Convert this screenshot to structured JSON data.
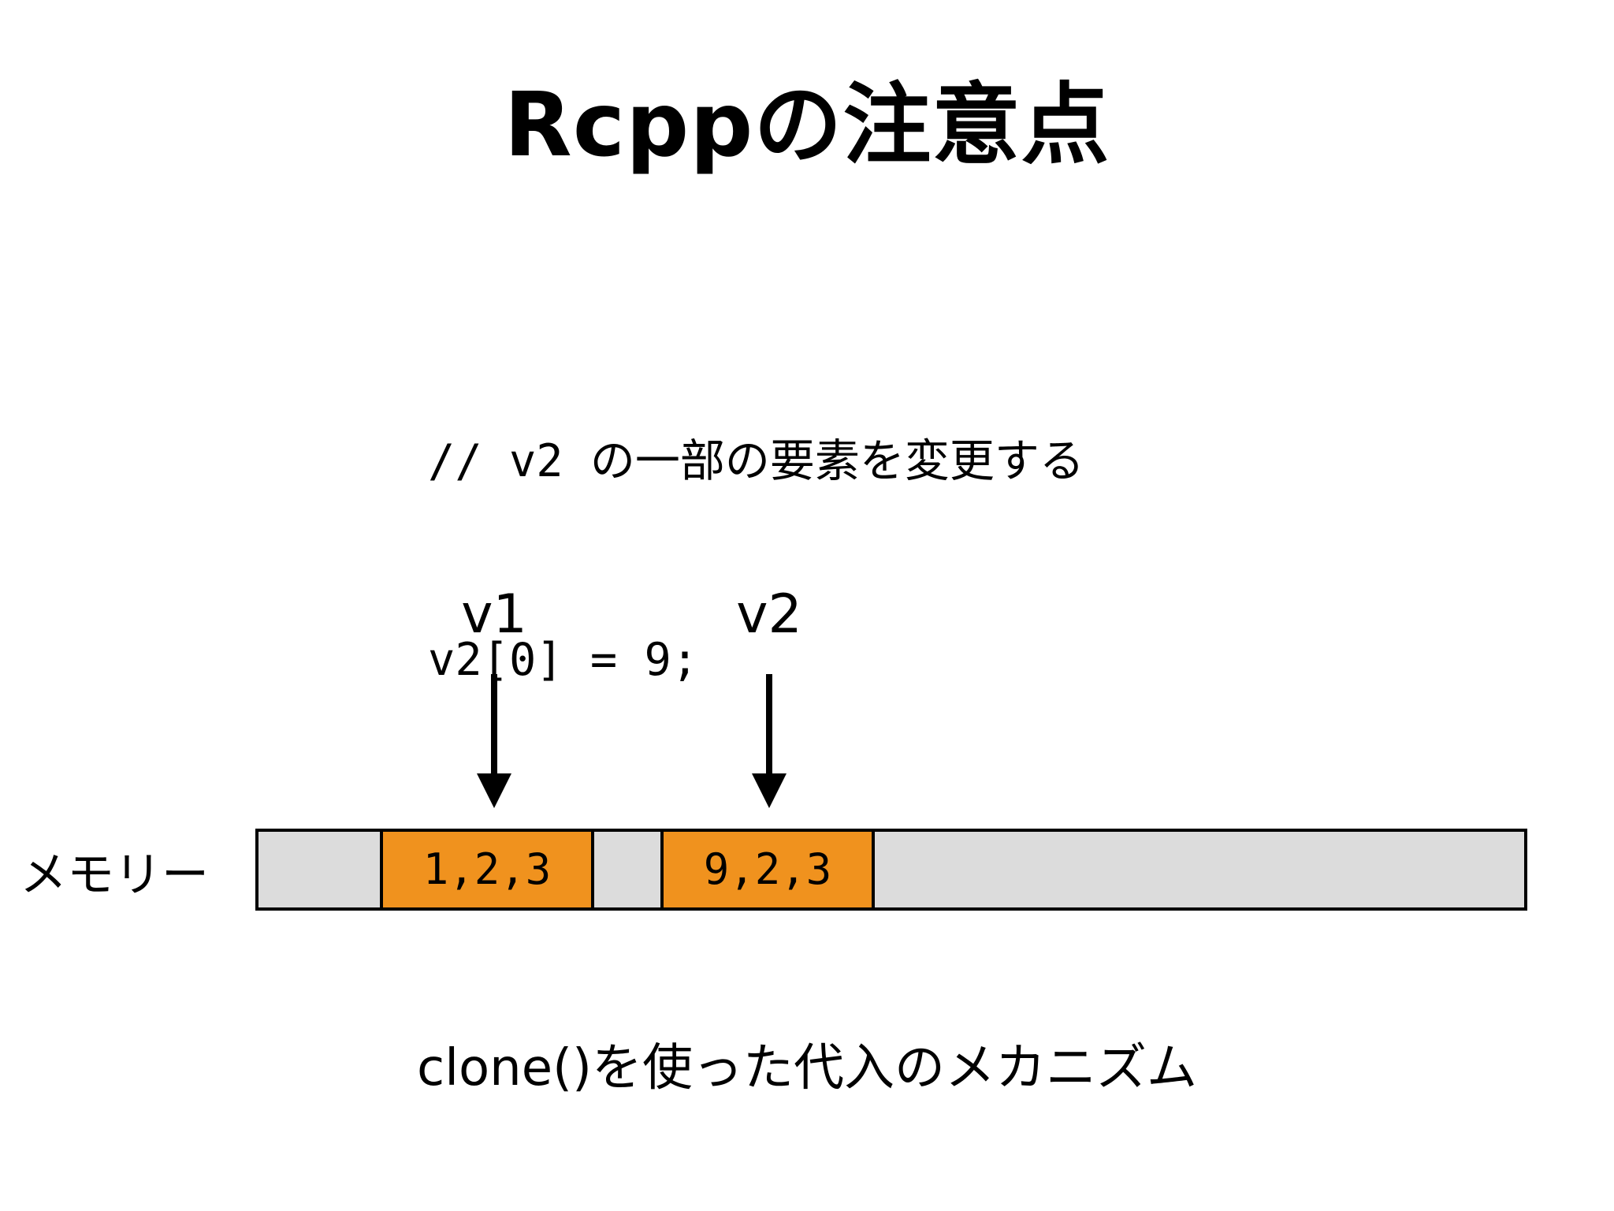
{
  "title": "Rcppの注意点",
  "code": {
    "line1": "// v2 の一部の要素を変更する",
    "line2": "v2[0] = 9;"
  },
  "pointers": {
    "v1": "v1",
    "v2": "v2"
  },
  "memory": {
    "label": "メモリー",
    "block1": "1,2,3",
    "block2": "9,2,3",
    "block_color": "#f0921e",
    "background_color": "#dcdcdc"
  },
  "caption": "clone()を使った代入のメカニズム"
}
